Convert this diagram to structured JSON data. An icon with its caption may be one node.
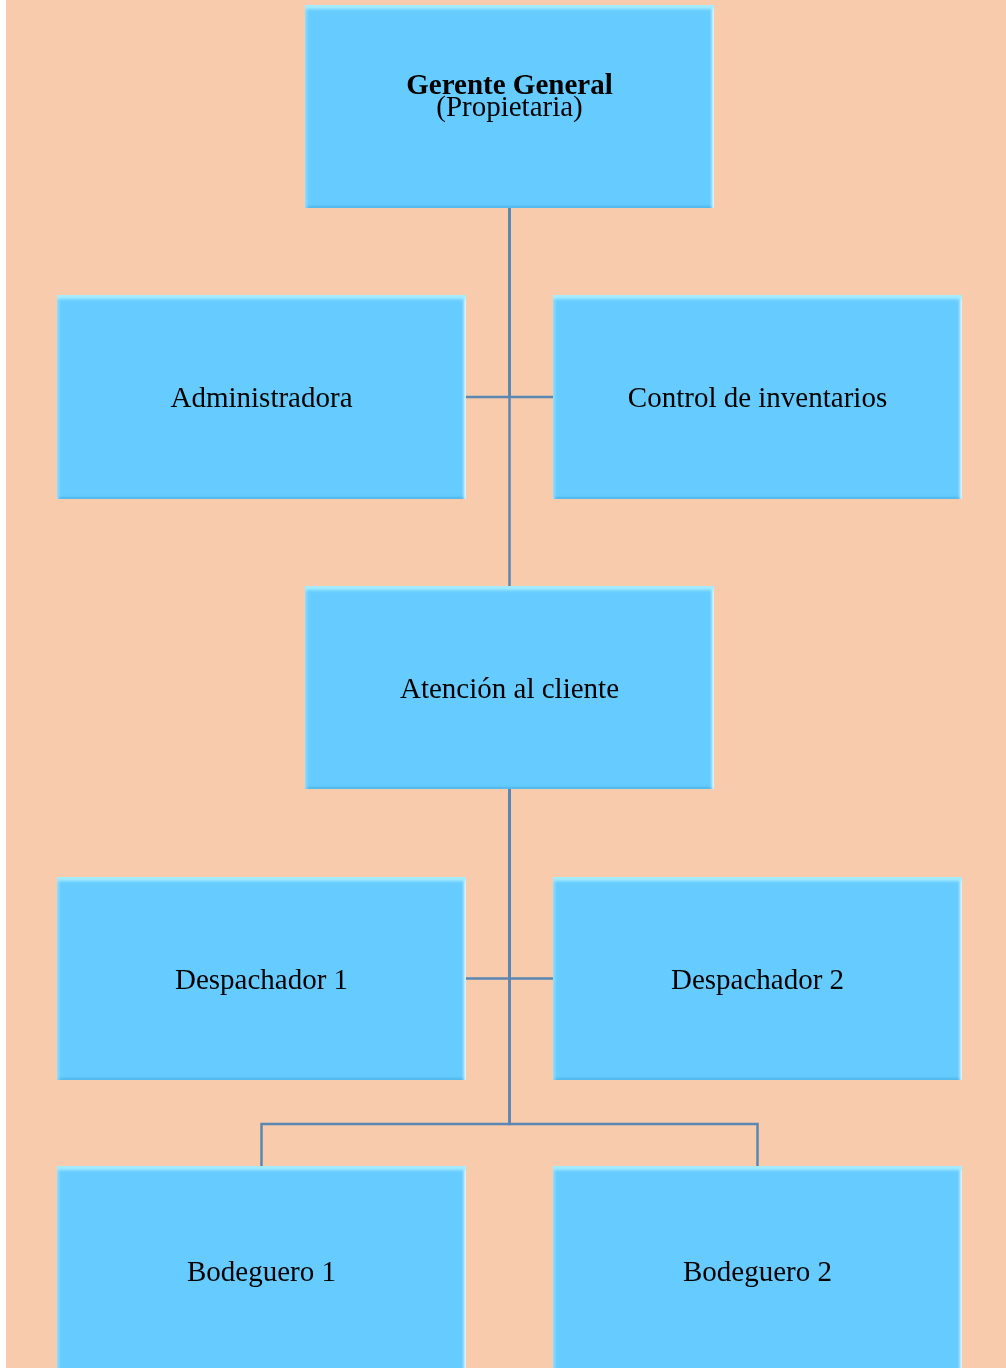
{
  "diagram": {
    "nodes": [
      {
        "text": [
          "Gerente General",
          "(Propietaria)"
        ]
      },
      {
        "text": [
          "Administradora"
        ]
      },
      {
        "text": [
          "Control de inventarios"
        ]
      },
      {
        "text": [
          "Atención al cliente"
        ]
      },
      {
        "text": [
          "Despachador 1"
        ]
      },
      {
        "text": [
          "Despachador 2"
        ]
      },
      {
        "text": [
          "Bodeguero 1"
        ]
      },
      {
        "text": [
          "Bodeguero 2"
        ]
      }
    ],
    "edges": [
      {
        "from": 0,
        "to": 1,
        "arrow": "none"
      },
      {
        "from": 0,
        "to": 2,
        "arrow": "none"
      },
      {
        "from": 0,
        "to": 3,
        "arrow": "none"
      },
      {
        "from": 3,
        "to": 4,
        "arrow": "none"
      },
      {
        "from": 3,
        "to": 5,
        "arrow": "none"
      },
      {
        "from": 3,
        "to": 6,
        "arrow": "none"
      },
      {
        "from": 3,
        "to": 7,
        "arrow": "none"
      }
    ]
  }
}
